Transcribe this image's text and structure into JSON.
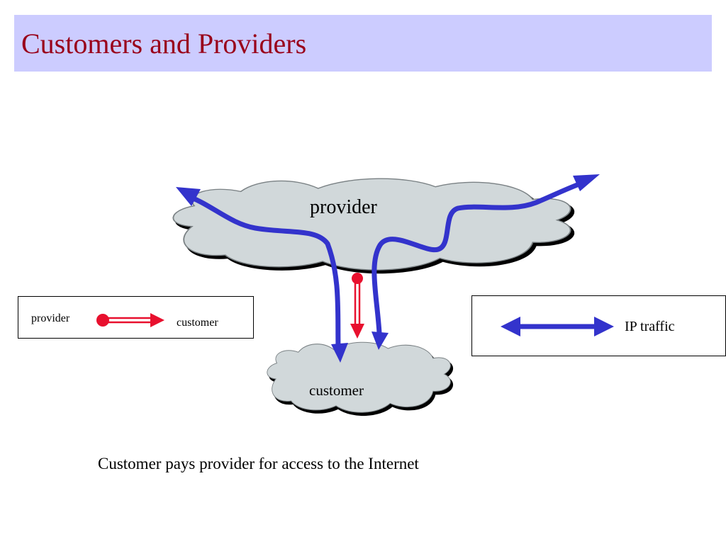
{
  "slide": {
    "title": "Customers and Providers",
    "caption": "Customer pays provider for access to the Internet"
  },
  "diagram": {
    "provider_cloud_label": "provider",
    "customer_cloud_label": "customer"
  },
  "legends": {
    "payment": {
      "from_label": "provider",
      "to_label": "customer"
    },
    "traffic": {
      "label": "IP traffic"
    }
  },
  "colors": {
    "title_background": "#ccccff",
    "title_text": "#99001a",
    "cloud_fill": "#d1d8da",
    "traffic_arrow": "#3333cc",
    "payment_arrow": "#e8102e"
  }
}
